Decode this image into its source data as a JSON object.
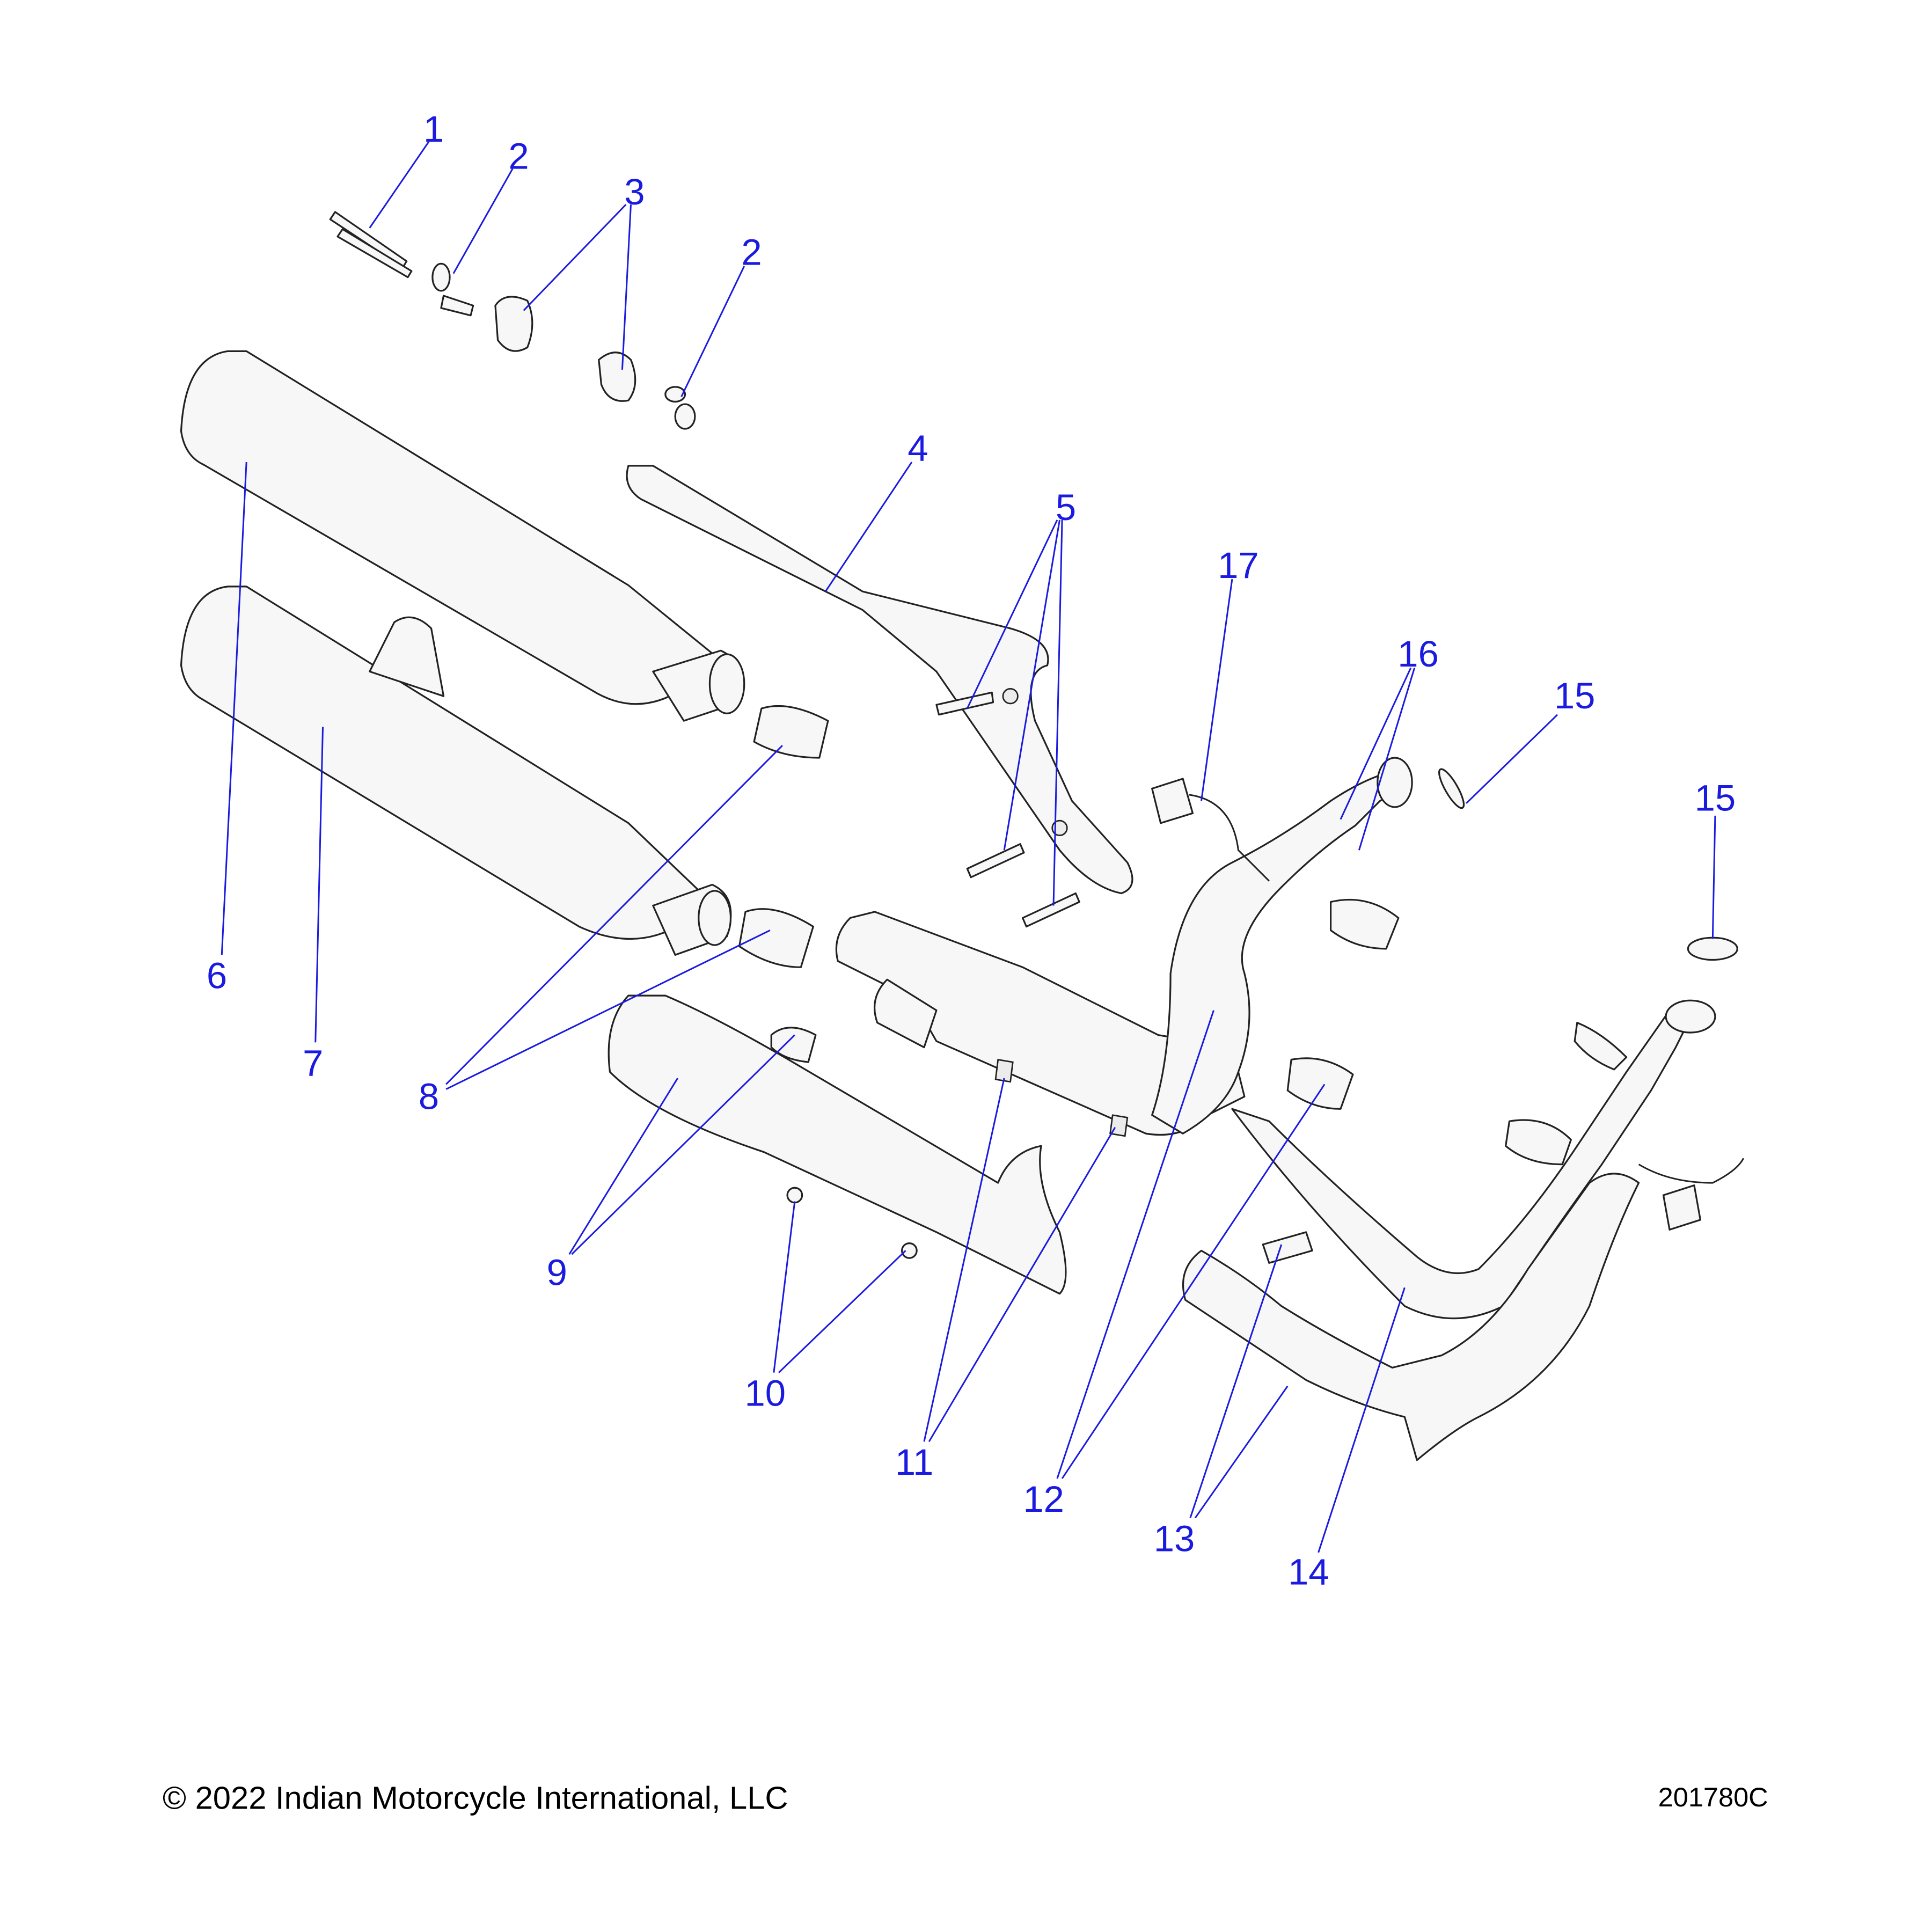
{
  "diagram": {
    "title": "Exhaust system exploded view",
    "callouts": [
      "1",
      "2",
      "3",
      "2",
      "4",
      "5",
      "17",
      "16",
      "15",
      "15",
      "6",
      "7",
      "8",
      "9",
      "10",
      "11",
      "12",
      "13",
      "14"
    ],
    "accent_color": "#1a1ae0"
  },
  "footer": {
    "copyright": "© 2022 Indian Motorcycle International, LLC",
    "drawing_number": "201780C"
  }
}
